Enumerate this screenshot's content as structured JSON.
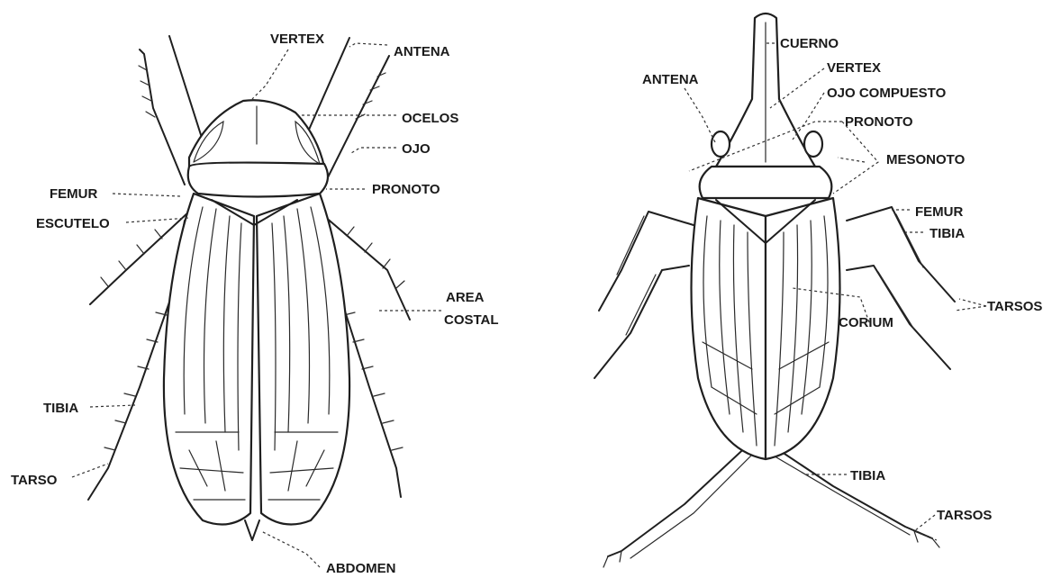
{
  "left_figure": {
    "labels": {
      "vertex": "VERTEX",
      "antena": "ANTENA",
      "ocelos": "OCELOS",
      "ojo": "OJO",
      "femur": "FEMUR",
      "pronoto": "PRONOTO",
      "escutelo": "ESCUTELO",
      "area_costal_1": "AREA",
      "area_costal_2": "COSTAL",
      "tibia": "TIBIA",
      "tarso": "TARSO",
      "abdomen": "ABDOMEN"
    }
  },
  "right_figure": {
    "labels": {
      "cuerno": "CUERNO",
      "vertex": "VERTEX",
      "antena": "ANTENA",
      "ojo_compuesto": "OJO COMPUESTO",
      "pronoto": "PRONOTO",
      "mesonoto": "MESONOTO",
      "femur": "FEMUR",
      "tibia_upper": "TIBIA",
      "tarsos_upper": "TARSOS",
      "corium": "CORIUM",
      "tibia_lower": "TIBIA",
      "tarsos_lower": "TARSOS"
    }
  },
  "colors": {
    "ink": "#1f1f1f",
    "label": "#1a1a1a",
    "background": "#ffffff"
  }
}
